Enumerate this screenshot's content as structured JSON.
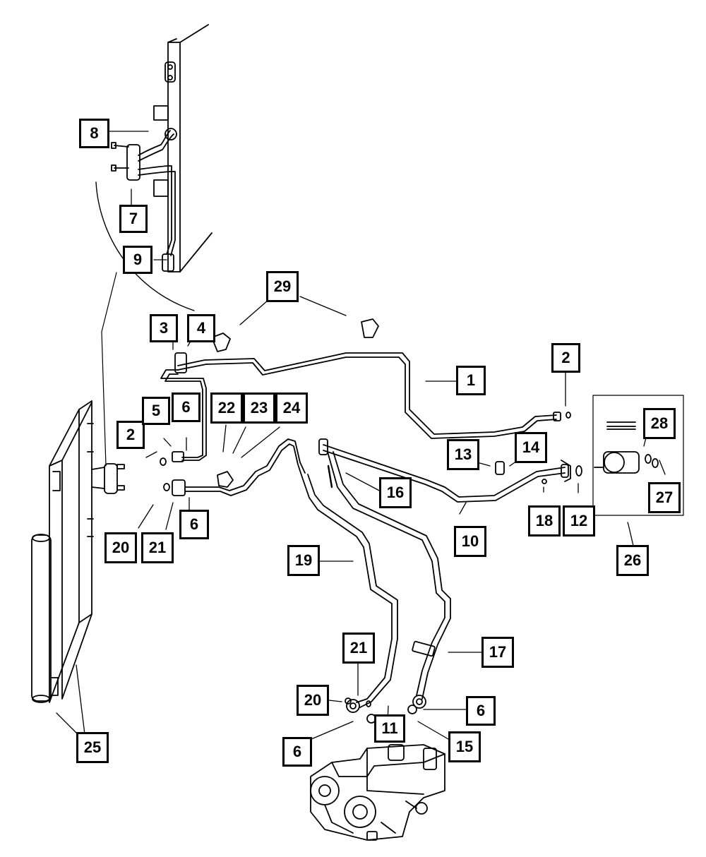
{
  "diagram": {
    "callouts": {
      "c8": "8",
      "c7": "7",
      "c9": "9",
      "c29": "29",
      "c3": "3",
      "c4": "4",
      "c1": "1",
      "c2a": "2",
      "c2b": "2",
      "c5": "5",
      "c6a": "6",
      "c22": "22",
      "c23": "23",
      "c24": "24",
      "c13": "13",
      "c14": "14",
      "c28": "28",
      "c27": "27",
      "c16": "16",
      "c6b": "6",
      "c20a": "20",
      "c21a": "21",
      "c18": "18",
      "c12": "12",
      "c10": "10",
      "c26": "26",
      "c19": "19",
      "c17": "17",
      "c21b": "21",
      "c20b": "20",
      "c6c": "6",
      "c11": "11",
      "c15": "15",
      "c6d": "6",
      "c25": "25"
    }
  }
}
